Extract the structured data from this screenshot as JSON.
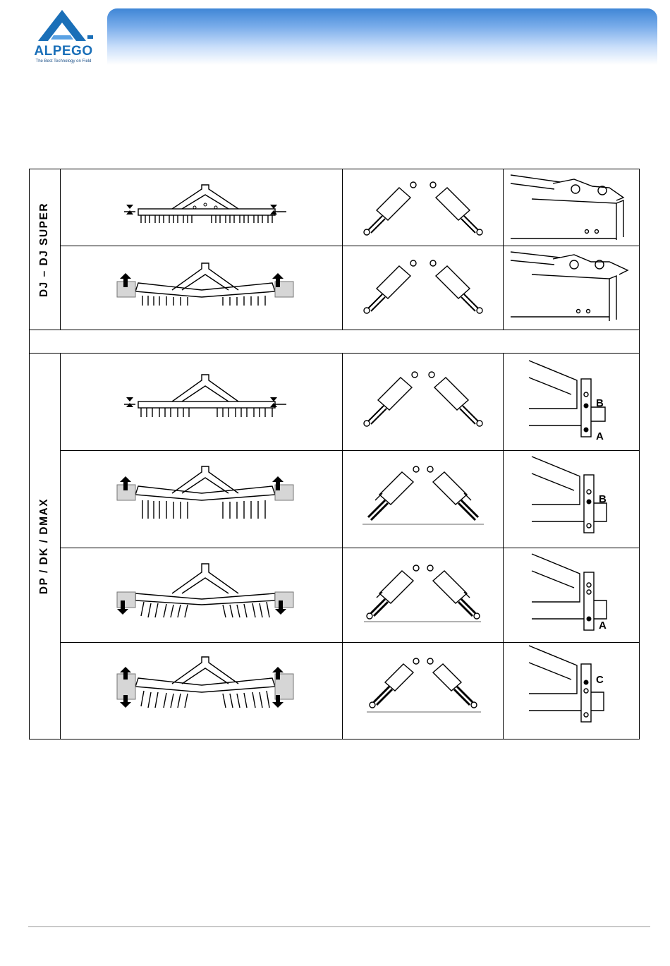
{
  "logo": {
    "name": "ALPEGO",
    "tagline": "The Best Technology on Field"
  },
  "table": {
    "group1": {
      "label": "DJ – DJ SUPER"
    },
    "group2": {
      "label": "DP / DK / DMAX"
    },
    "letters": {
      "a": "A",
      "b": "B",
      "c": "C"
    }
  }
}
